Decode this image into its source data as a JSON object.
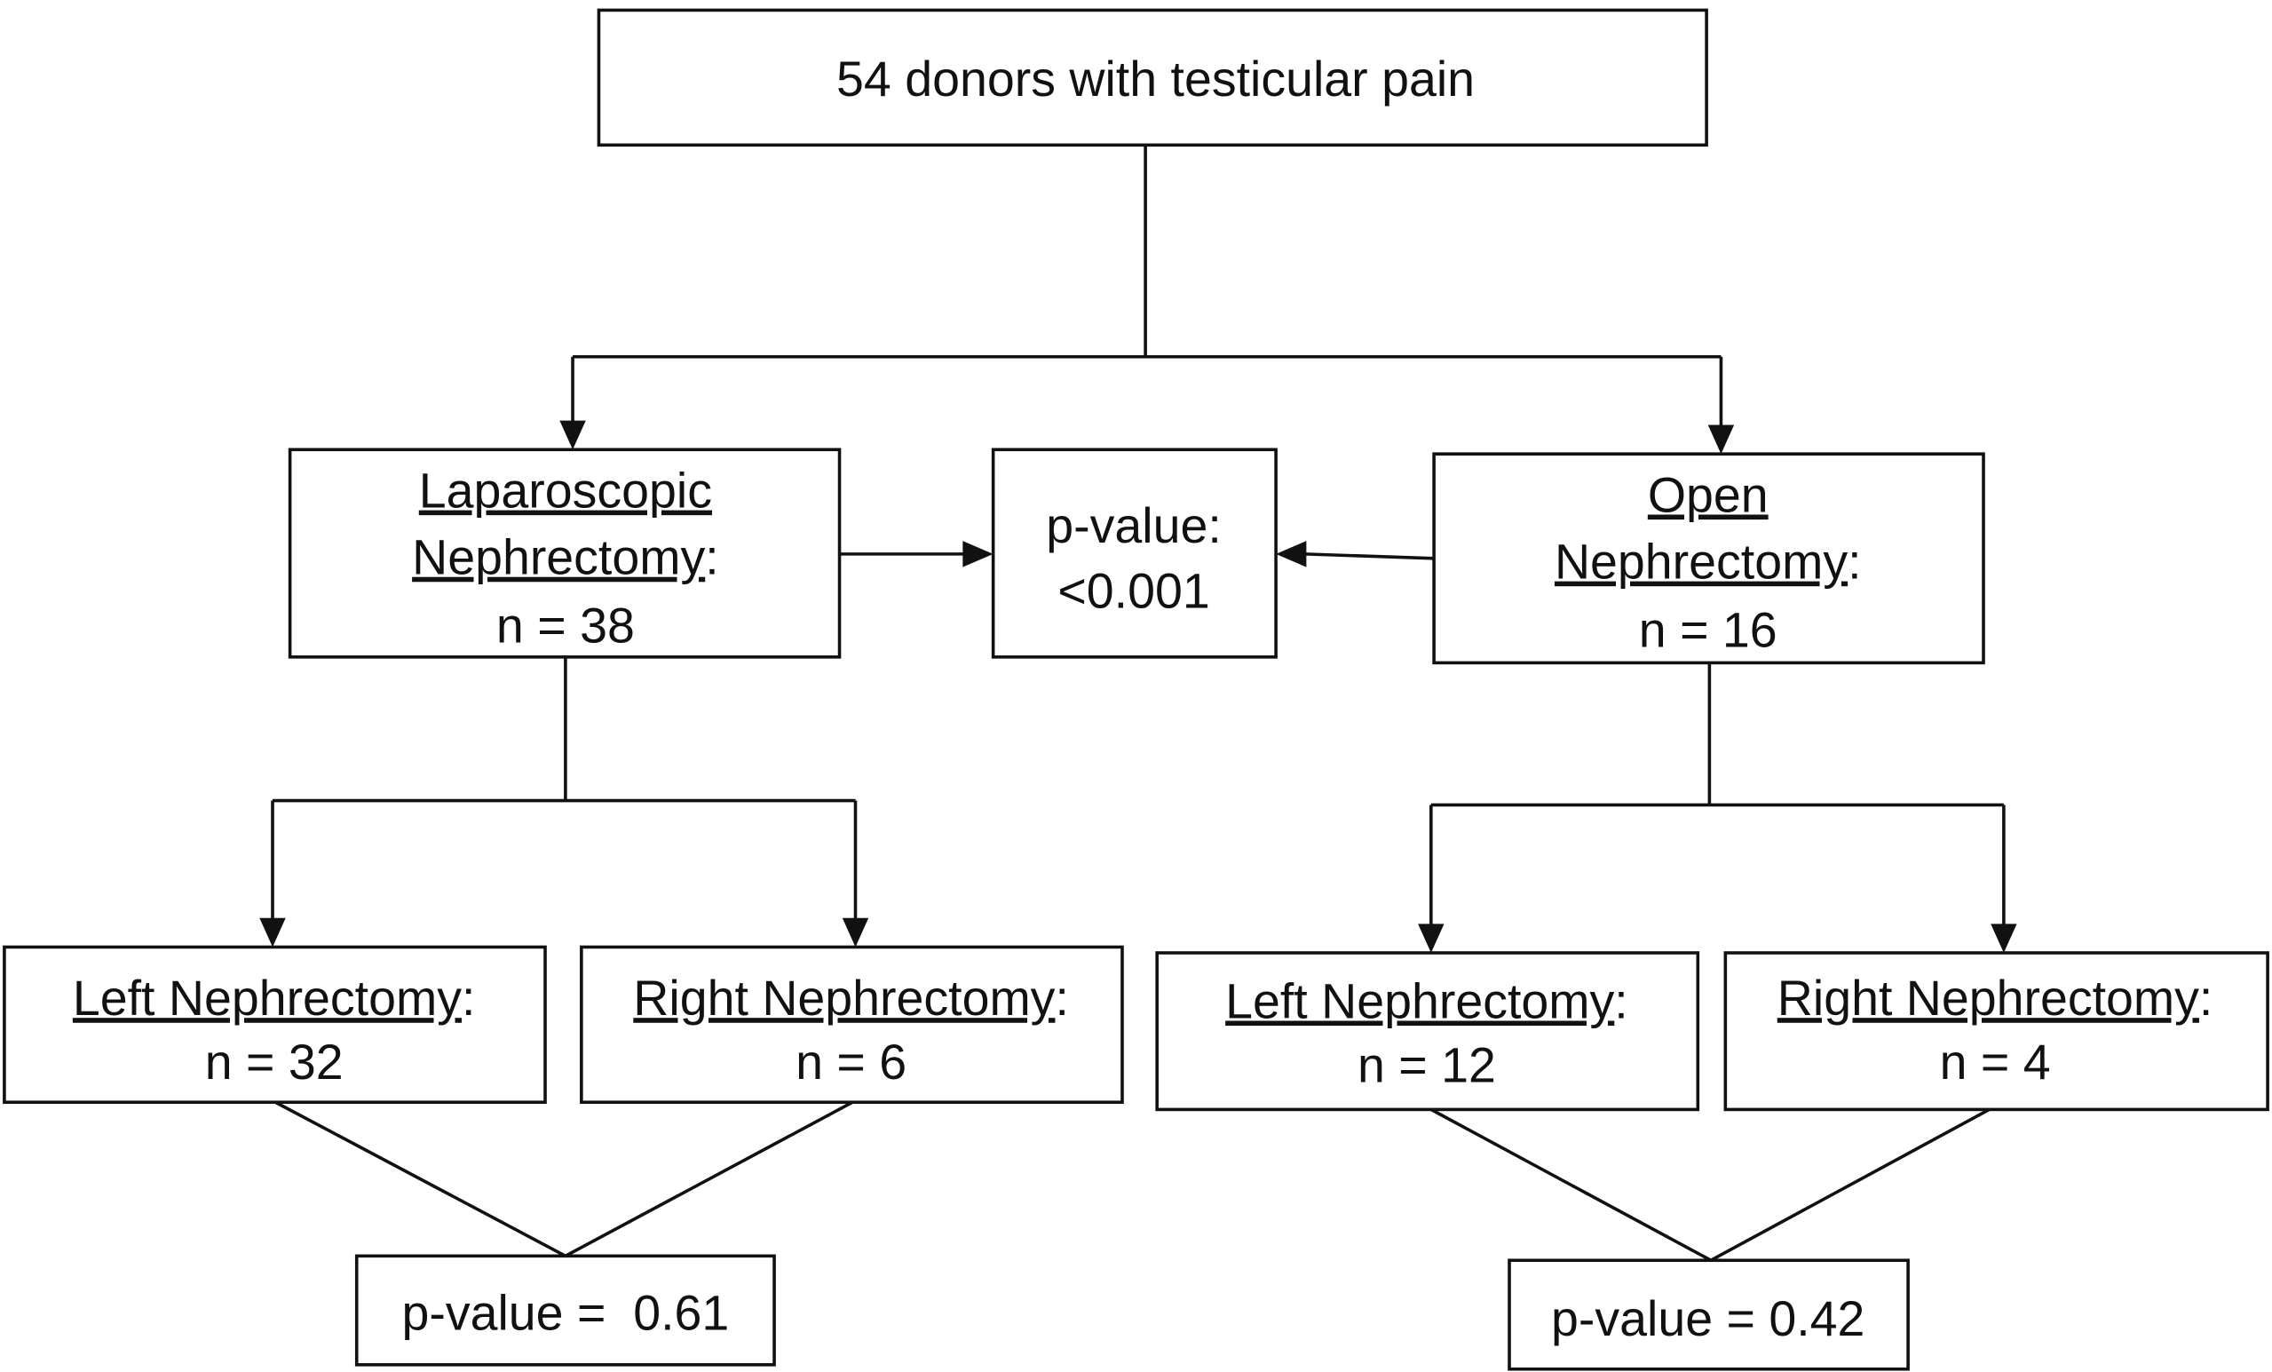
{
  "root": {
    "label": "54 donors with testicular pain"
  },
  "laparoscopic": {
    "title_1": "Laparoscopic",
    "title_2": "Nephrectomy",
    "colon": ":",
    "n": "n = 38",
    "left": {
      "title": "Left Nephrectomy",
      "colon": ":",
      "n": "n = 32"
    },
    "right": {
      "title": "Right Nephrectomy",
      "colon": ":",
      "n": "n = 6"
    },
    "pvalue": "p-value =  0.61"
  },
  "comparison": {
    "line1": "p-value:",
    "line2": "<0.001"
  },
  "open": {
    "title_1": "Open",
    "title_2": "Nephrectomy",
    "colon": ":",
    "n": "n = 16",
    "left": {
      "title": "Left Nephrectomy",
      "colon": ":",
      "n": "n = 12"
    },
    "right": {
      "title": "Right Nephrectomy",
      "colon": ":",
      "n": "n = 4"
    },
    "pvalue": "p-value = 0.42"
  }
}
